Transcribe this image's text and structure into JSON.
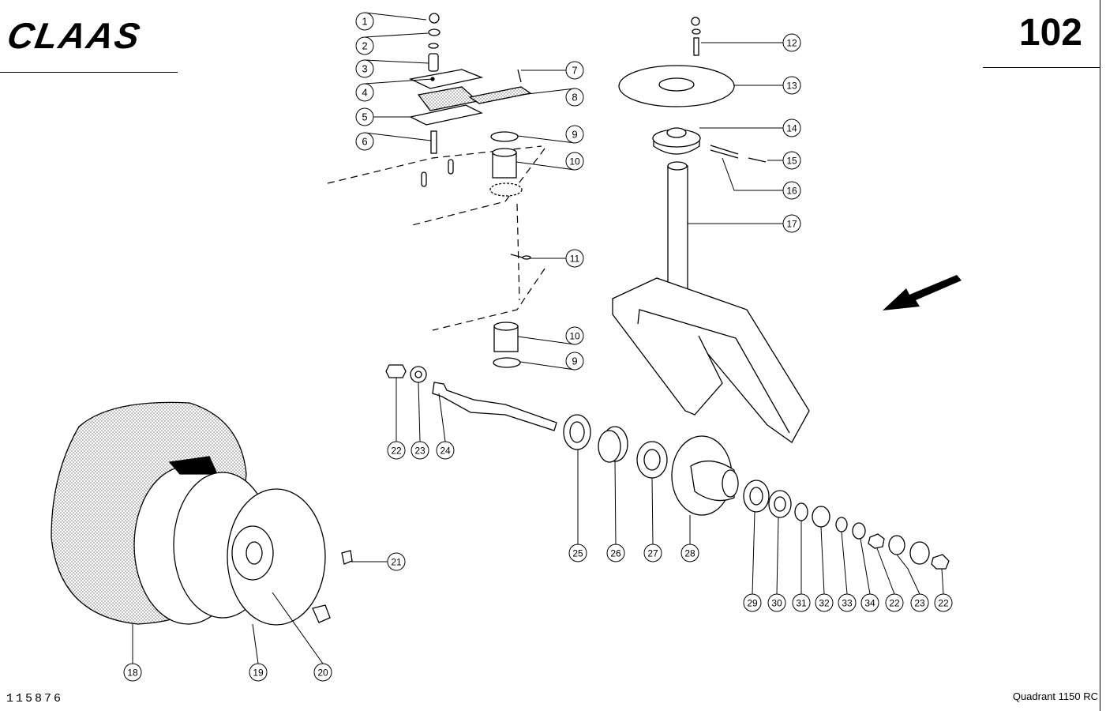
{
  "header": {
    "brand": "CLAAS",
    "page_number": "102"
  },
  "footer": {
    "drawing_number": "115876",
    "model": "Quadrant 1150 RC"
  },
  "callouts": [
    {
      "n": "1"
    },
    {
      "n": "2"
    },
    {
      "n": "3"
    },
    {
      "n": "4"
    },
    {
      "n": "5"
    },
    {
      "n": "6"
    },
    {
      "n": "7"
    },
    {
      "n": "8"
    },
    {
      "n": "9"
    },
    {
      "n": "10"
    },
    {
      "n": "11"
    },
    {
      "n": "10"
    },
    {
      "n": "9"
    },
    {
      "n": "12"
    },
    {
      "n": "13"
    },
    {
      "n": "14"
    },
    {
      "n": "15"
    },
    {
      "n": "16"
    },
    {
      "n": "17"
    },
    {
      "n": "22"
    },
    {
      "n": "23"
    },
    {
      "n": "24"
    },
    {
      "n": "25"
    },
    {
      "n": "26"
    },
    {
      "n": "27"
    },
    {
      "n": "28"
    },
    {
      "n": "29"
    },
    {
      "n": "30"
    },
    {
      "n": "31"
    },
    {
      "n": "32"
    },
    {
      "n": "33"
    },
    {
      "n": "34"
    },
    {
      "n": "22"
    },
    {
      "n": "23"
    },
    {
      "n": "22"
    },
    {
      "n": "21"
    },
    {
      "n": "20"
    },
    {
      "n": "19"
    },
    {
      "n": "18"
    }
  ]
}
